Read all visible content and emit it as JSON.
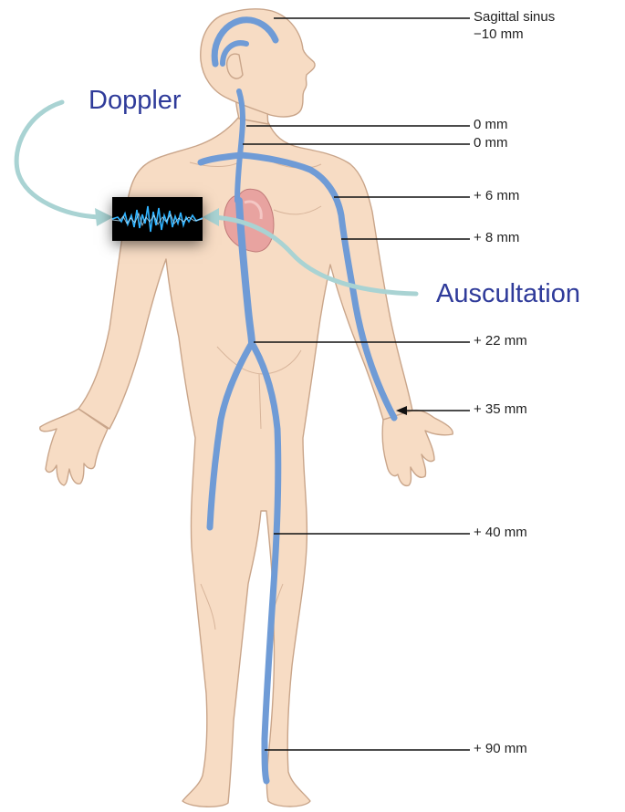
{
  "labels": {
    "sagittal_line1": "Sagittal sinus",
    "sagittal_line2": "−10 mm",
    "l_0a": "0 mm",
    "l_0b": "0 mm",
    "l_6": "+ 6 mm",
    "l_8": "+ 8 mm",
    "l_22": "+ 22 mm",
    "l_35": "+ 35 mm",
    "l_40": "+ 40 mm",
    "l_90": "+ 90 mm"
  },
  "callouts": {
    "doppler": "Doppler",
    "auscultation": "Auscultation"
  },
  "colors": {
    "skin": "#f7dcc4",
    "skin_outline": "#c9a58a",
    "vein": "#6f9bd6",
    "heart": "#e8a3a0",
    "arrow": "#a9d3d3",
    "callout_text": "#2f3b9a",
    "waveform": "#2fb3ff"
  },
  "icons": {
    "waveform": "audio-waveform-icon"
  }
}
